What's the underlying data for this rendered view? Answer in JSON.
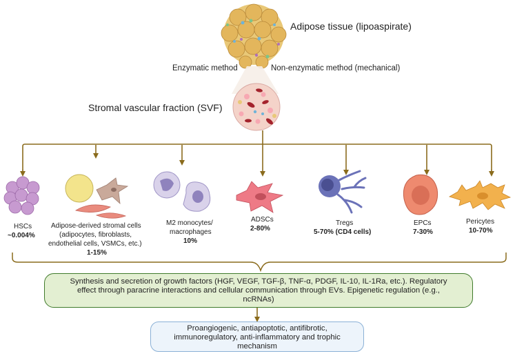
{
  "tissue": {
    "label": "Adipose tissue (lipoaspirate)",
    "method_enzymatic": "Enzymatic method",
    "method_nonenzymatic": "Non-enzymatic method (mechanical)"
  },
  "svf": {
    "label": "Stromal vascular fraction (SVF)"
  },
  "cells": {
    "hscs": {
      "name": "HSCs",
      "pct": "~0.004%"
    },
    "adsc_mixed": {
      "name_lines": [
        "Adipose-derived stromal cells",
        "(adipocytes, fibroblasts,",
        "endothelial cells, VSMCs, etc.)"
      ],
      "pct": "1-15%"
    },
    "m2": {
      "name_lines": [
        "M2 monocytes/",
        "macrophages"
      ],
      "pct": "10%"
    },
    "adscs": {
      "name": "ADSCs",
      "pct": "2-80%"
    },
    "tregs": {
      "name": "Tregs",
      "pct": "5-70% (CD4 cells)"
    },
    "epcs": {
      "name": "EPCs",
      "pct": "7-30%"
    },
    "pericytes": {
      "name": "Pericytes",
      "pct": "10-70%"
    }
  },
  "synthesis": {
    "lines": [
      "Synthesis and secretion of growth factors (HGF, VEGF, TGF-β, TNF-α, PDGF, IL-10, IL-1Ra, etc.). Regulatory",
      "effect through paracrine interactions and cellular communication through EVs. Epigenetic regulation (e.g.,",
      "ncRNAs)"
    ]
  },
  "mechanism": {
    "lines": [
      "Proangiogenic, antiapoptotic, antifibrotic,",
      "immunoregulatory, anti-inflammatory and trophic",
      "mechanism"
    ]
  },
  "colors": {
    "arrow": "#8a6b1c",
    "synth_fill": "#e3efd2",
    "synth_border": "#3f7a2a",
    "mech_fill": "#edf4fb",
    "mech_border": "#8ab0d6",
    "hsc": "#c79ad0",
    "adipocyte": "#f3e48c",
    "fibroblast": "#c9a99a",
    "endothelial": "#e98b7e",
    "macrophage": "#b9aed4",
    "adsc": "#ee7a86",
    "treg": "#6b72b8",
    "epc": "#ee8a6f",
    "pericyte": "#f2b14d"
  }
}
